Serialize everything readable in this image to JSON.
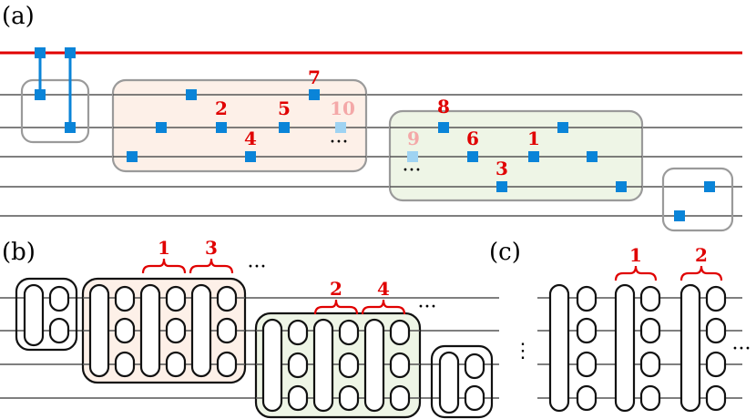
{
  "panels": {
    "a": "(a)",
    "b": "(b)",
    "c": "(c)"
  },
  "panel_a": {
    "numbers": [
      "7",
      "2",
      "5",
      "10",
      "4",
      "8",
      "9",
      "6",
      "1",
      "3"
    ],
    "ellipsis": "···"
  },
  "panel_b": {
    "braces": [
      "1",
      "3",
      "2",
      "4"
    ],
    "ellipsis": "···"
  },
  "panel_c": {
    "braces": [
      "1",
      "2"
    ],
    "ellipsis_left": "⋮",
    "ellipsis_right": "···"
  },
  "colors": {
    "node": "#0a84d8",
    "node_faded": "#9fd3f2",
    "accent_red": "#e00000",
    "group_orange": "#fdf0e8",
    "group_green": "#eef5e6"
  }
}
